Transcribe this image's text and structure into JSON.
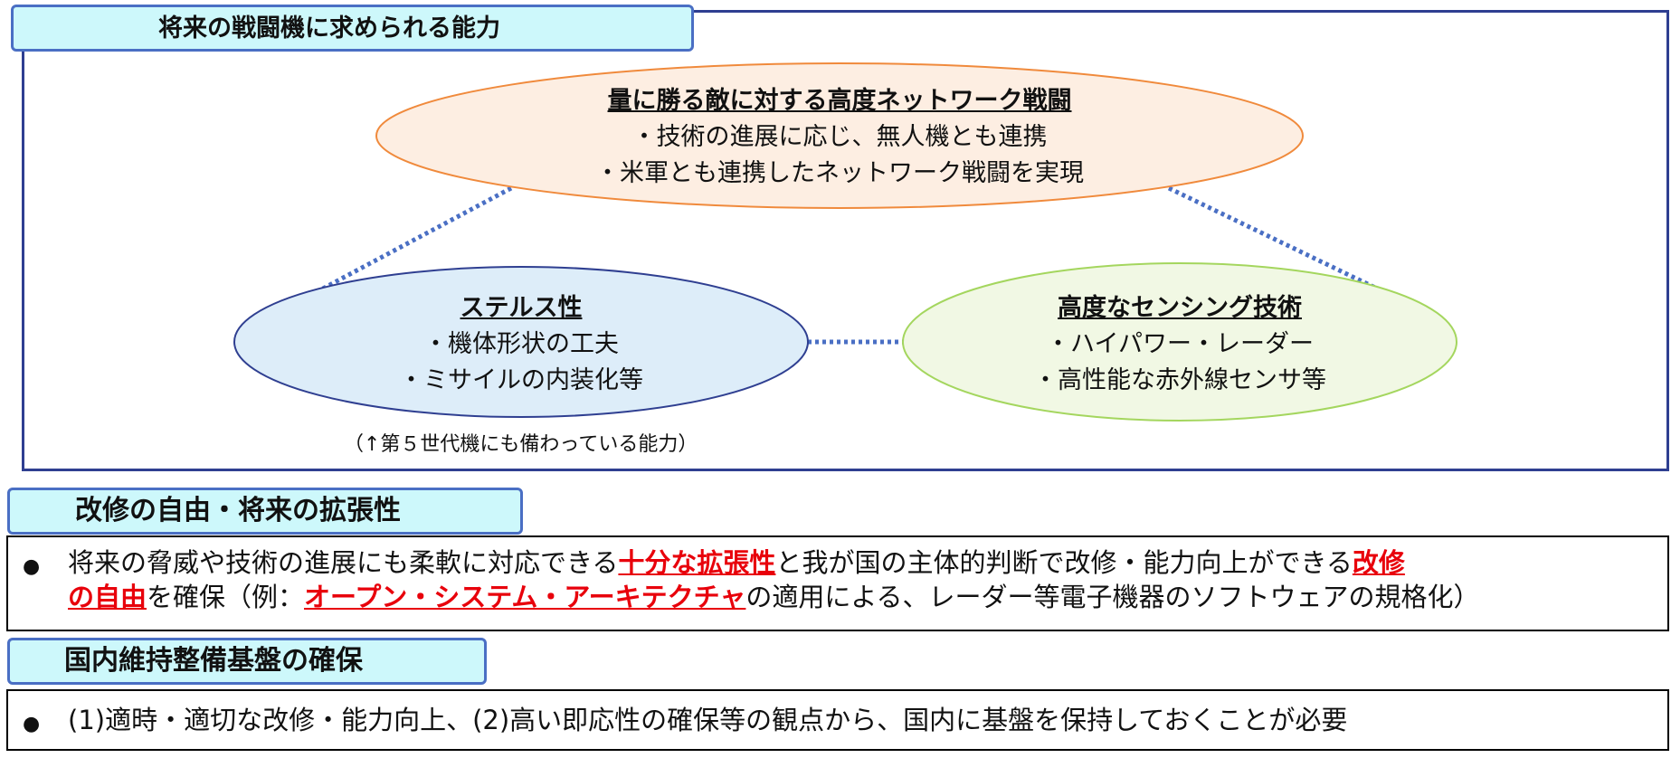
{
  "top_section": {
    "header": "将来の戦闘機に求められる能力",
    "network": {
      "title": "量に勝る敵に対する高度ネットワーク戦闘",
      "line1": "・技術の進展に応じ、無人機とも連携",
      "line2": "・米軍とも連携したネットワーク戦闘を実現"
    },
    "stealth": {
      "title": "ステルス性",
      "line1": "・機体形状の工夫",
      "line2": "・ミサイルの内装化等"
    },
    "sensing": {
      "title": "高度なセンシング技術",
      "line1": "・ハイパワー・レーダー",
      "line2": "・高性能な赤外線センサ等"
    },
    "note": "（↑第５世代機にも備わっている能力）"
  },
  "section2": {
    "header": "改修の自由・将来の拡張性",
    "bullet": "●",
    "t1": "将来の脅威や技術の進展にも柔軟に対応できる",
    "r1": "十分な拡張性",
    "t2": "と我が国の主体的判断で改修・能力向上ができる",
    "r2a": "改修",
    "r2b": "の自由",
    "t3": "を確保（例：",
    "r3": "オープン・システム・アーキテクチャ",
    "t4": "の適用による、レーダー等電子機器のソフトウェアの規格化）"
  },
  "section3": {
    "header": "国内維持整備基盤の確保",
    "bullet": "●",
    "text": "(1)適時・適切な改修・能力向上、(2)高い即応性の確保等の観点から、国内に基盤を保持しておくことが必要"
  },
  "colors": {
    "frame": "#2f3f91",
    "tab_fill": "#cdf8fb",
    "tab_border": "#4a6fc4",
    "network_fill": "#fdeee2",
    "network_stroke": "#f08a3c",
    "stealth_fill": "#ddedf9",
    "stealth_stroke": "#2f3f91",
    "sensing_fill": "#f1f8e4",
    "sensing_stroke": "#a4d65e",
    "connector": "#4a6fc4",
    "emphasis": "#e8000b"
  }
}
